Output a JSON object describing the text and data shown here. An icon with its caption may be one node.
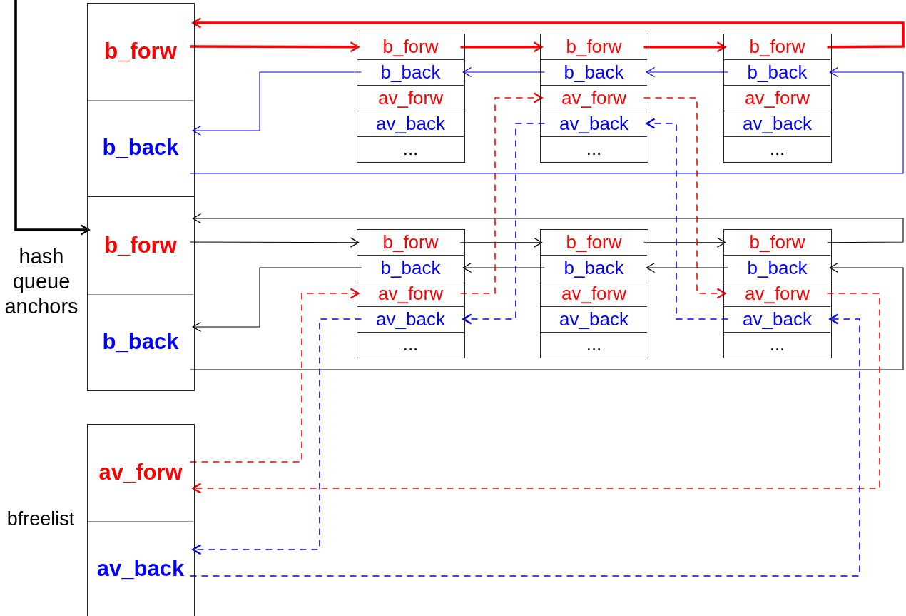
{
  "diagram": {
    "nodes": [
      {
        "text": [],
        "shape": "box"
      },
      {
        "text": [
          "b_forw"
        ],
        "in": 0
      },
      {
        "text": [
          "b_back"
        ],
        "in": 0
      },
      {
        "text": [],
        "shape": "box",
        "beside": [
          "hash queue anchors"
        ]
      },
      {
        "text": [
          "b_forw"
        ],
        "in": 3
      },
      {
        "text": [
          "b_back"
        ],
        "in": 3
      },
      {
        "text": [],
        "shape": "box",
        "beside": [
          "bfreelist"
        ]
      },
      {
        "text": [
          "av_forw"
        ],
        "in": 6
      },
      {
        "text": [
          "av_back"
        ],
        "in": 6
      },
      {
        "text": [],
        "shape": "box"
      },
      {
        "text": [
          "b_forw"
        ],
        "in": 9
      },
      {
        "text": [
          "b_back"
        ],
        "in": 9
      },
      {
        "text": [
          "av_forw"
        ],
        "in": 9
      },
      {
        "text": [
          "av_back"
        ],
        "in": 9
      },
      {
        "text": [
          "..."
        ],
        "in": 9
      },
      {
        "text": [],
        "shape": "box"
      },
      {
        "text": [
          "b_forw"
        ],
        "in": 15
      },
      {
        "text": [
          "b_back"
        ],
        "in": 15
      },
      {
        "text": [
          "av_forw"
        ],
        "in": 15
      },
      {
        "text": [
          "av_back"
        ],
        "in": 15
      },
      {
        "text": [
          "..."
        ],
        "in": 15
      },
      {
        "text": [],
        "shape": "box"
      },
      {
        "text": [
          "b_forw"
        ],
        "in": 21
      },
      {
        "text": [
          "b_back"
        ],
        "in": 21
      },
      {
        "text": [
          "av_forw"
        ],
        "in": 21
      },
      {
        "text": [
          "av_back"
        ],
        "in": 21
      },
      {
        "text": [
          "..."
        ],
        "in": 21
      },
      {
        "text": [],
        "shape": "box"
      },
      {
        "text": [
          "b_forw"
        ],
        "in": 27
      },
      {
        "text": [
          "b_back"
        ],
        "in": 27
      },
      {
        "text": [
          "av_forw"
        ],
        "in": 27
      },
      {
        "text": [
          "av_back"
        ],
        "in": 27
      },
      {
        "text": [
          "..."
        ],
        "in": 27
      },
      {
        "text": [],
        "shape": "box"
      },
      {
        "text": [
          "b_forw"
        ],
        "in": 33
      },
      {
        "text": [
          "b_back"
        ],
        "in": 33
      },
      {
        "text": [
          "av_forw"
        ],
        "in": 33
      },
      {
        "text": [
          "av_back"
        ],
        "in": 33
      },
      {
        "text": [
          "..."
        ],
        "in": 33
      },
      {
        "text": [],
        "shape": "box"
      },
      {
        "text": [
          "b_forw"
        ],
        "in": 39
      },
      {
        "text": [
          "b_back"
        ],
        "in": 39
      },
      {
        "text": [
          "av_forw"
        ],
        "in": 39
      },
      {
        "text": [
          "av_back"
        ],
        "in": 39
      },
      {
        "text": [
          "..."
        ],
        "in": 39
      }
    ],
    "edges": [
      {
        "from": 1,
        "to": 10,
        "arrow": "to",
        "style": "thick",
        "color": "#ff0000"
      },
      {
        "from": 10,
        "to": 16,
        "arrow": "to",
        "style": "thick",
        "color": "#ff0000"
      },
      {
        "from": 16,
        "to": 22,
        "arrow": "to",
        "style": "thick",
        "color": "#ff0000"
      },
      {
        "from": 22,
        "to": 1,
        "arrow": "to",
        "style": "thick",
        "color": "#ff0000"
      },
      {
        "from": 11,
        "to": 2,
        "arrow": "to",
        "color": "#0000ff"
      },
      {
        "from": 17,
        "to": 11,
        "arrow": "to",
        "color": "#0000ff"
      },
      {
        "from": 23,
        "to": 17,
        "arrow": "to",
        "color": "#0000ff"
      },
      {
        "from": 2,
        "to": 23,
        "arrow": "to",
        "color": "#0000ff"
      },
      {
        "from": 4,
        "to": 28,
        "arrow": "to"
      },
      {
        "from": 28,
        "to": 34,
        "arrow": "to"
      },
      {
        "from": 34,
        "to": 40,
        "arrow": "to"
      },
      {
        "from": 40,
        "to": 4,
        "arrow": "to"
      },
      {
        "from": 29,
        "to": 5,
        "arrow": "to"
      },
      {
        "from": 35,
        "to": 29,
        "arrow": "to"
      },
      {
        "from": 41,
        "to": 35,
        "arrow": "to"
      },
      {
        "from": 5,
        "to": 41,
        "arrow": "to"
      },
      {
        "from": 7,
        "to": 30,
        "arrow": "to",
        "style": "dashed",
        "color": "#ff0000"
      },
      {
        "from": 30,
        "to": 18,
        "arrow": "to",
        "style": "dashed",
        "color": "#ff0000"
      },
      {
        "from": 18,
        "to": 42,
        "arrow": "to",
        "style": "dashed",
        "color": "#ff0000"
      },
      {
        "from": 42,
        "to": 7,
        "arrow": "to",
        "style": "dashed",
        "color": "#ff0000"
      },
      {
        "from": 31,
        "to": 8,
        "arrow": "to",
        "style": "dashed",
        "color": "#0000ff"
      },
      {
        "from": 19,
        "to": 31,
        "arrow": "to",
        "style": "dashed",
        "color": "#0000ff"
      },
      {
        "from": 43,
        "to": 19,
        "arrow": "to",
        "style": "dashed",
        "color": "#0000ff"
      },
      {
        "from": 8,
        "to": 43,
        "arrow": "to",
        "style": "dashed",
        "color": "#0000ff"
      },
      {
        "from": null,
        "to": 4,
        "arrow": "to",
        "style": "thick"
      }
    ]
  }
}
